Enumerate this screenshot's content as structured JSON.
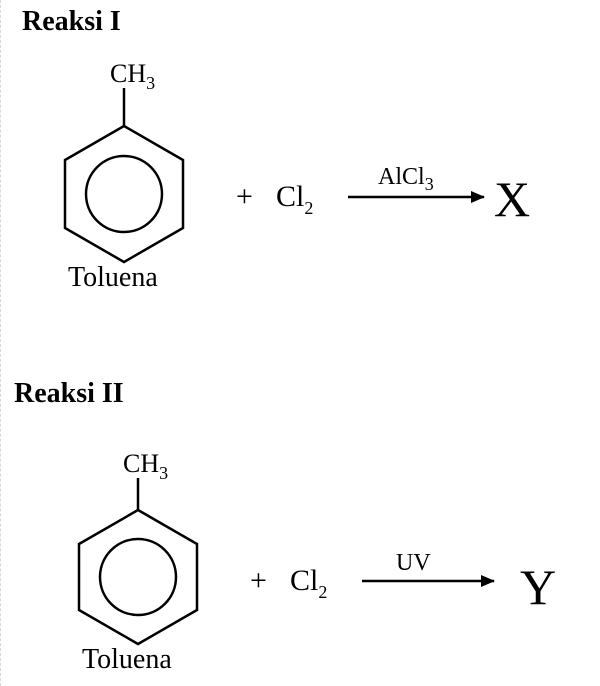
{
  "reaction_1": {
    "heading": "Reaksi I",
    "substituent": "CH",
    "substituent_sub": "3",
    "reactant_name": "Toluena",
    "plus": "+",
    "reagent": "Cl",
    "reagent_sub": "2",
    "condition": "AlCl",
    "condition_sub": "3",
    "product": "X"
  },
  "reaction_2": {
    "heading": "Reaksi II",
    "substituent": "CH",
    "substituent_sub": "3",
    "reactant_name": "Toluena",
    "plus": "+",
    "reagent": "Cl",
    "reagent_sub": "2",
    "condition": "UV",
    "product": "Y"
  }
}
